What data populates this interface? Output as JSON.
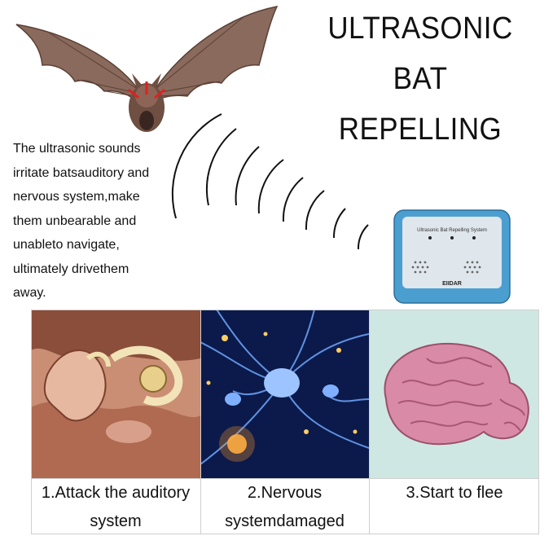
{
  "title": {
    "line1": "ULTRASONIC BAT",
    "line2": "REPELLING"
  },
  "description": "The ultrasonic sounds\nirritate batsauditory and\nnervous system,make\nthem unbearable and\nunableto navigate,\nultimately drivethem\naway.",
  "device": {
    "label": "Ultrasonic Bat Repelling System",
    "brand": "EIIDAR",
    "color": "#4a9fd0"
  },
  "steps": [
    {
      "caption": "1.Attack the auditory\nsystem"
    },
    {
      "caption": "2.Nervous\nsystemdamaged"
    },
    {
      "caption": "3.Start to flee"
    }
  ],
  "colors": {
    "bat_body": "#7a5a4a",
    "arrow": "#e02020",
    "neuron_bg": "#0b1a4a",
    "brain": "#d98aa6",
    "brain_bg": "#cfe7e2"
  }
}
